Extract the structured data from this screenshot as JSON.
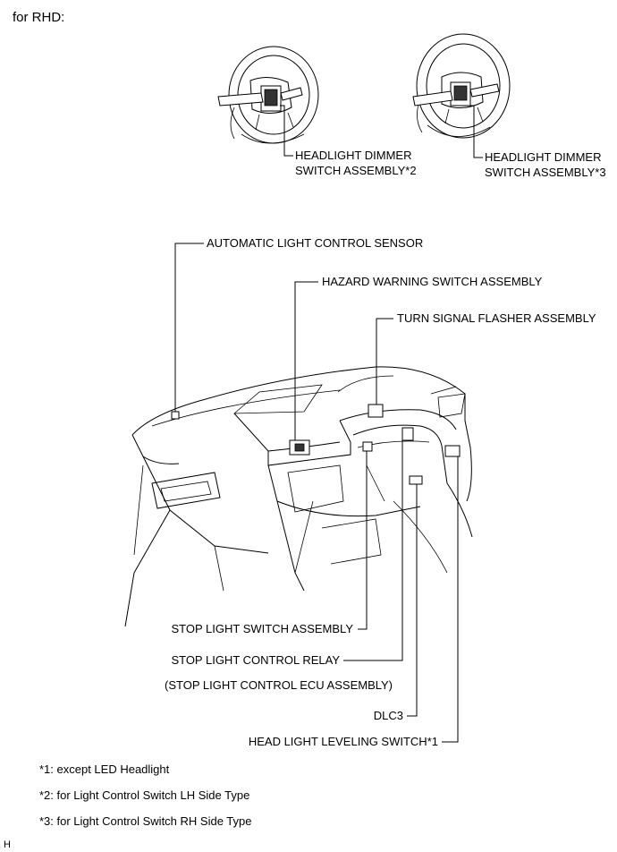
{
  "heading": "for RHD:",
  "wheel_labels": {
    "left_line1": "HEADLIGHT DIMMER",
    "left_line2": "SWITCH ASSEMBLY*2",
    "right_line1": "HEADLIGHT DIMMER",
    "right_line2": "SWITCH ASSEMBLY*3"
  },
  "dash_labels": {
    "auto_light_sensor": "AUTOMATIC LIGHT CONTROL SENSOR",
    "hazard_switch": "HAZARD WARNING SWITCH ASSEMBLY",
    "turn_flasher": "TURN SIGNAL FLASHER ASSEMBLY",
    "stop_light_switch": "STOP LIGHT SWITCH ASSEMBLY",
    "stop_light_relay": "STOP LIGHT CONTROL RELAY",
    "stop_light_ecu": "(STOP LIGHT CONTROL ECU ASSEMBLY)",
    "dlc3": "DLC3",
    "head_light_leveling": "HEAD LIGHT LEVELING SWITCH*1"
  },
  "notes": [
    "*1: except LED Headlight",
    "*2: for Light Control Switch LH Side Type",
    "*3: for Light Control Switch RH Side Type"
  ],
  "corner_mark": "H"
}
